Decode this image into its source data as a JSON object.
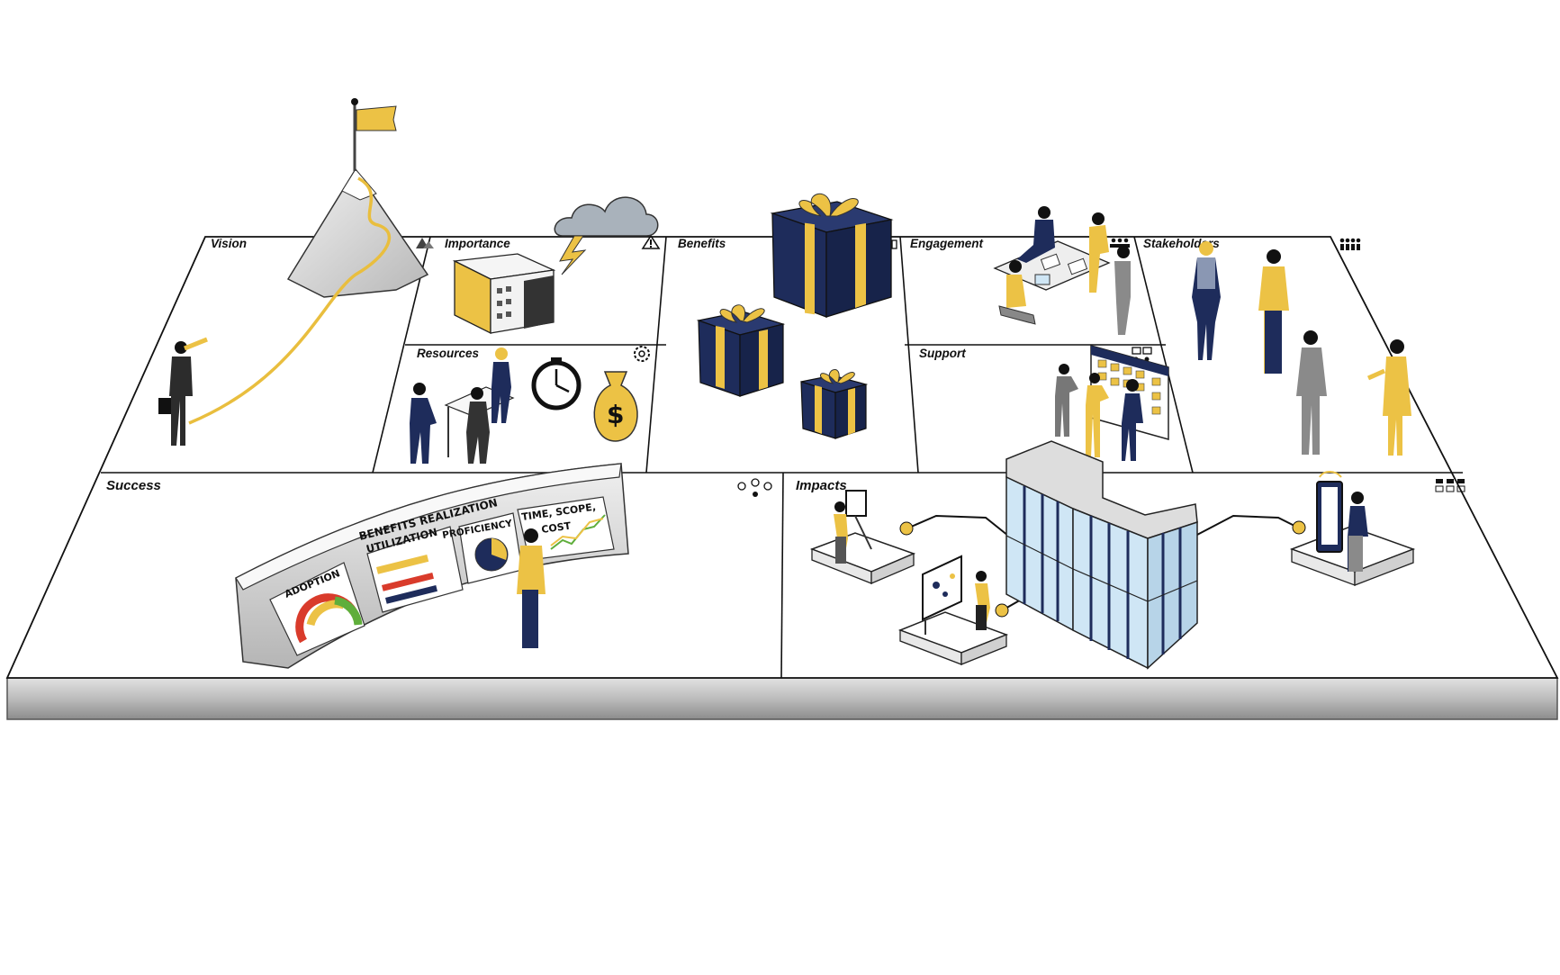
{
  "canvas": {
    "cells": [
      {
        "key": "vision",
        "label": "Vision",
        "icon": "mountain-icon"
      },
      {
        "key": "importance",
        "label": "Importance",
        "icon": "warning-icon"
      },
      {
        "key": "resources",
        "label": "Resources",
        "icon": "gear-icon"
      },
      {
        "key": "benefits",
        "label": "Benefits",
        "icon": "gift-icon"
      },
      {
        "key": "engagement",
        "label": "Engagement",
        "icon": "team-icon"
      },
      {
        "key": "support",
        "label": "Support",
        "icon": "support-icon"
      },
      {
        "key": "stakeholders",
        "label": "Stakeholders",
        "icon": "people-icon"
      },
      {
        "key": "success",
        "label": "Success",
        "icon": "network-icon"
      },
      {
        "key": "impacts",
        "label": "Impacts",
        "icon": "monitors-icon"
      }
    ]
  },
  "dashboard": {
    "title": "BENEFITS REALIZATION",
    "panels": [
      "ADOPTION",
      "UTILIZATION",
      "PROFICIENCY",
      "TIME, SCOPE,",
      "COST"
    ]
  },
  "colors": {
    "navy": "#1e2c5b",
    "gold": "#ecc245",
    "gray": "#9a9a9a",
    "ink": "#111111",
    "glass": "#cfe6f5"
  }
}
